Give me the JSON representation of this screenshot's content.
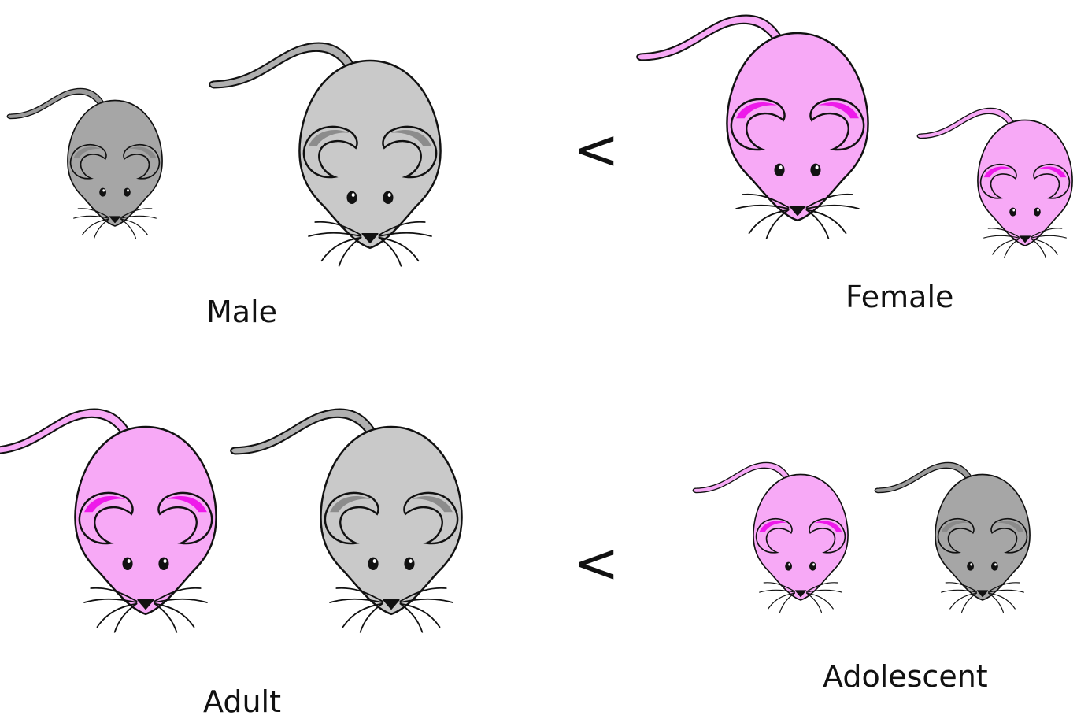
{
  "colors": {
    "gray_body": "#c9c9c9",
    "gray_small_body": "#a6a6a6",
    "gray_ear": "#8c8c8c",
    "pink_body": "#f7a9f6",
    "pink_ear": "#ee1aea",
    "outline": "#111111"
  },
  "rows": [
    {
      "left_label": "Male",
      "right_label": "Female",
      "operator": "<",
      "left_icons": [
        "small-gray-mouse-icon",
        "large-gray-mouse-icon"
      ],
      "right_icons": [
        "large-pink-mouse-icon",
        "small-pink-mouse-icon"
      ]
    },
    {
      "left_label": "Adult",
      "right_label": "Adolescent",
      "operator": "<",
      "left_icons": [
        "large-pink-mouse-icon",
        "large-gray-mouse-icon"
      ],
      "right_icons": [
        "small-pink-mouse-icon",
        "small-gray-mouse-icon"
      ]
    }
  ]
}
